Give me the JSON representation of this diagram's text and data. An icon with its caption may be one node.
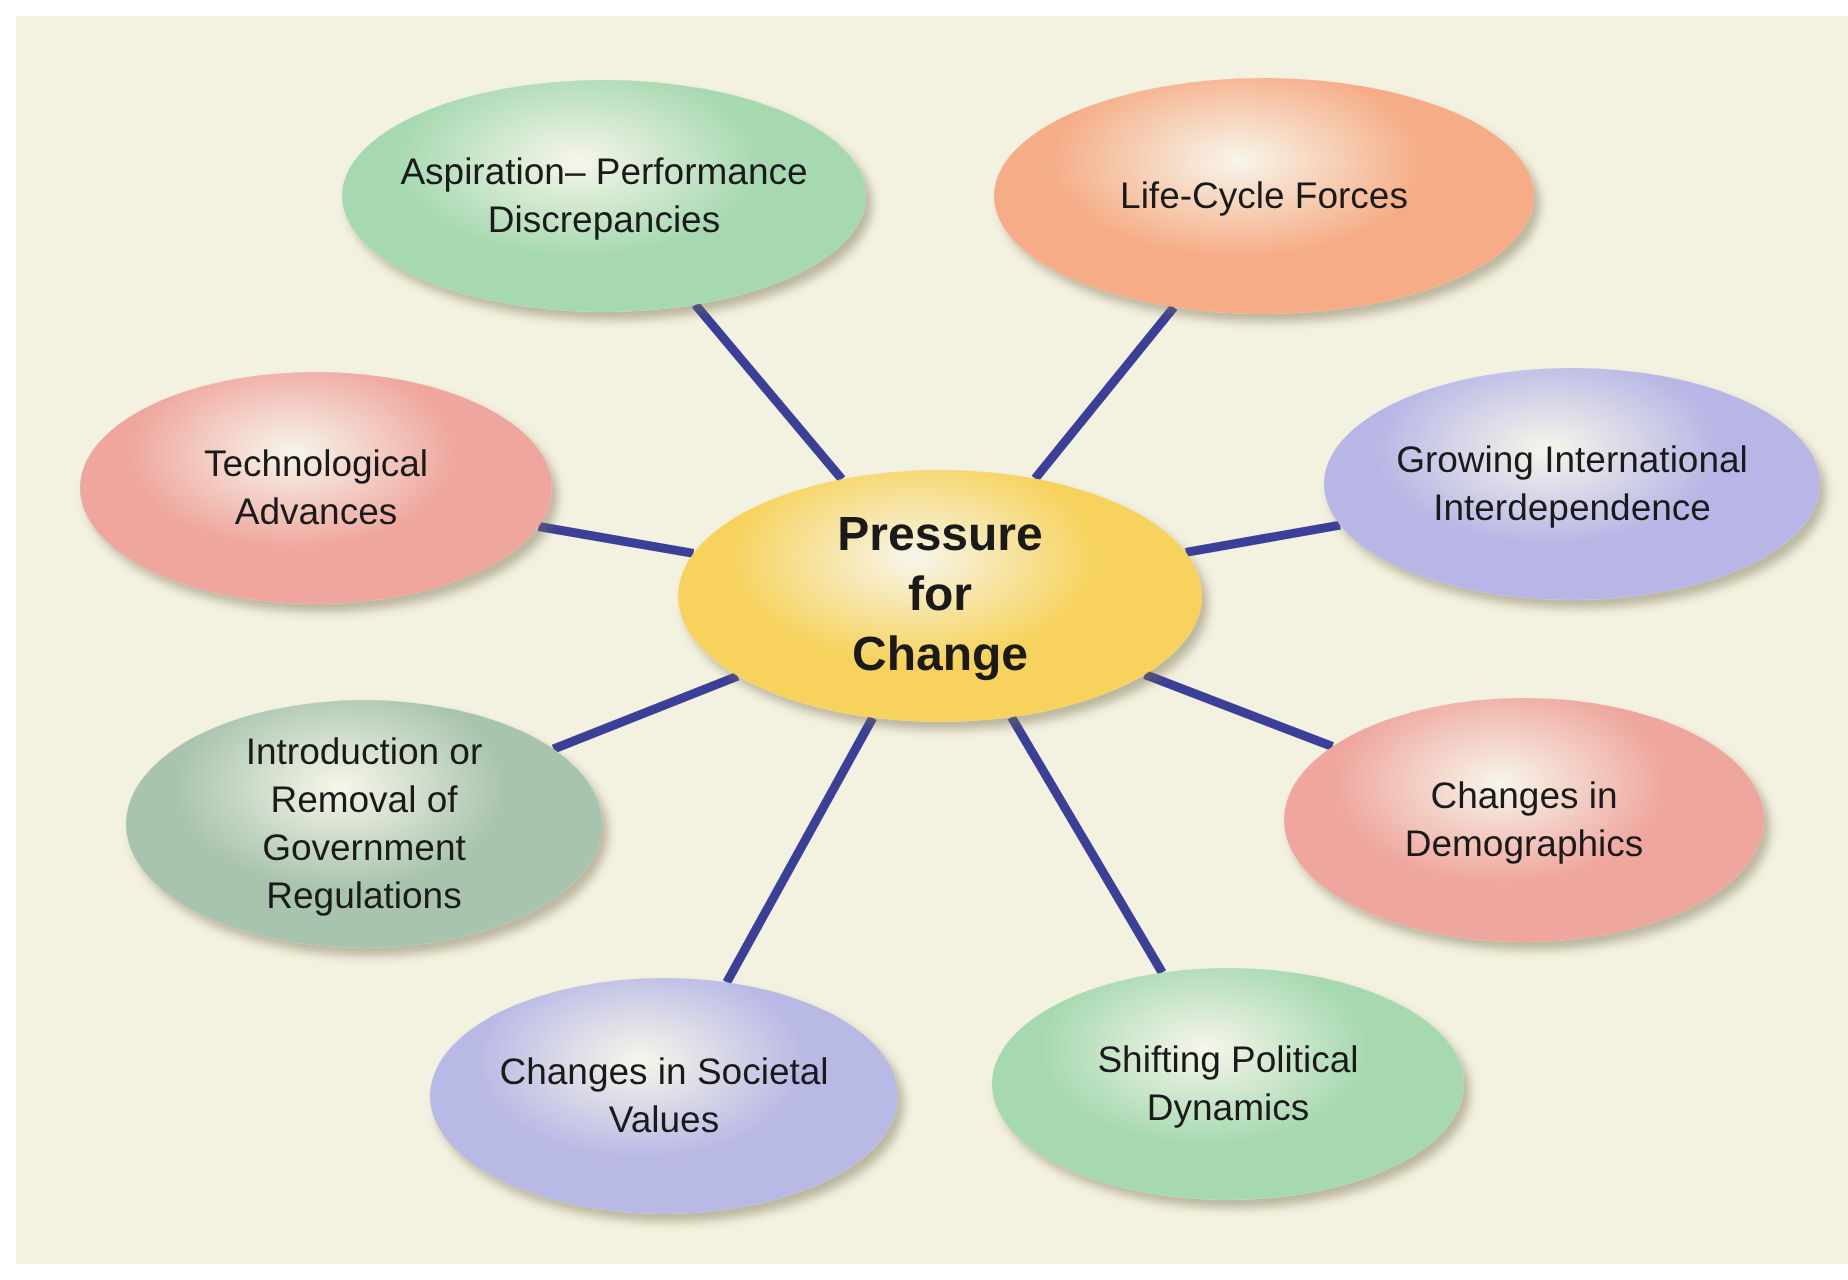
{
  "diagram": {
    "nodes": [
      {
        "text": [
          "Pressure for Change"
        ]
      },
      {
        "text": [
          "Aspiration– Performance Discrepancies"
        ]
      },
      {
        "text": [
          "Life-Cycle Forces"
        ]
      },
      {
        "text": [
          "Growing International Interdependence"
        ]
      },
      {
        "text": [
          "Changes in Demographics"
        ]
      },
      {
        "text": [
          "Shifting Political Dynamics"
        ]
      },
      {
        "text": [
          "Changes in Societal Values"
        ]
      },
      {
        "text": [
          "Introduction or Removal of Government Regulations"
        ]
      },
      {
        "text": [
          "Technological Advances"
        ]
      }
    ],
    "edges": [
      {
        "from": 0,
        "to": 1,
        "arrow": "none"
      },
      {
        "from": 0,
        "to": 2,
        "arrow": "none"
      },
      {
        "from": 0,
        "to": 3,
        "arrow": "none"
      },
      {
        "from": 0,
        "to": 4,
        "arrow": "none"
      },
      {
        "from": 0,
        "to": 5,
        "arrow": "none"
      },
      {
        "from": 0,
        "to": 6,
        "arrow": "none"
      },
      {
        "from": 0,
        "to": 7,
        "arrow": "none"
      },
      {
        "from": 0,
        "to": 8,
        "arrow": "none"
      }
    ]
  }
}
